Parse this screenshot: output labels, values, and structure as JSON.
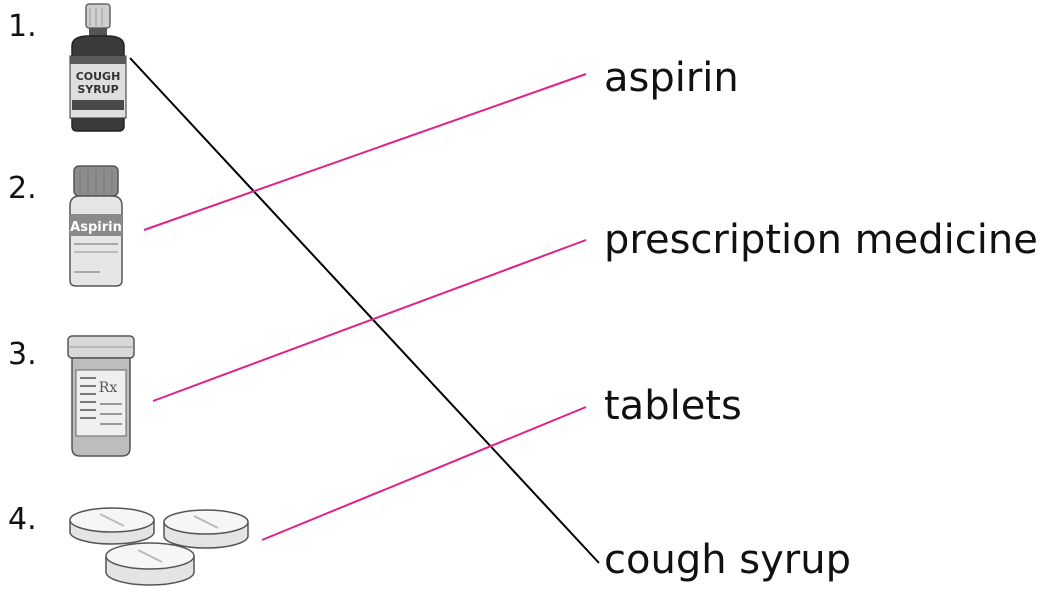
{
  "items": [
    {
      "number": "1.",
      "picture": "cough-syrup-bottle",
      "bottle_label_lines": [
        "COUGH",
        "SYRUP"
      ]
    },
    {
      "number": "2.",
      "picture": "aspirin-bottle",
      "bottle_label": "Aspirin"
    },
    {
      "number": "3.",
      "picture": "prescription-bottle",
      "bottle_label": "Rx"
    },
    {
      "number": "4.",
      "picture": "tablets"
    }
  ],
  "words": [
    "aspirin",
    "prescription medicine",
    "tablets",
    "cough syrup"
  ],
  "matches": [
    {
      "item": "1.",
      "word": "cough syrup",
      "line_color": "#000000"
    },
    {
      "item": "2.",
      "word": "aspirin",
      "line_color": "#e0218a"
    },
    {
      "item": "3.",
      "word": "prescription medicine",
      "line_color": "#e0218a"
    },
    {
      "item": "4.",
      "word": "tablets",
      "line_color": "#e0218a"
    }
  ]
}
